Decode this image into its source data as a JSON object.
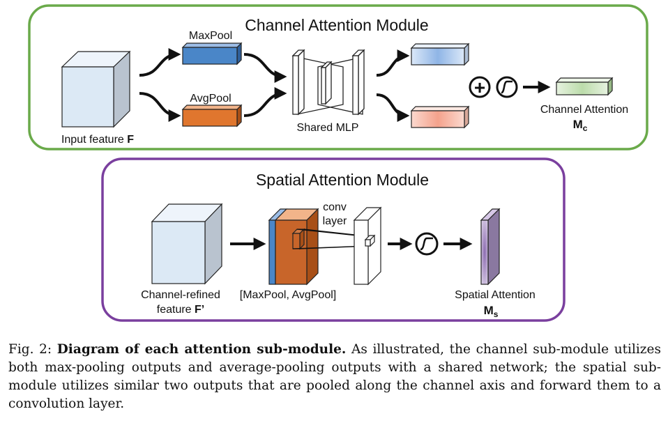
{
  "channel_module": {
    "title": "Channel Attention Module",
    "input_label_prefix": "Input feature ",
    "input_label_bold": "F",
    "maxpool_label": "MaxPool",
    "avgpool_label": "AvgPool",
    "mlp_label": "Shared MLP",
    "plus_symbol": "+",
    "output_label": "Channel Attention",
    "output_symbol": "M",
    "output_subscript": "c",
    "border_color": "#6aaa4a"
  },
  "spatial_module": {
    "title": "Spatial Attention Module",
    "input_label_line1": "Channel-refined",
    "input_label_line2_prefix": "feature ",
    "input_label_line2_bold": "F’",
    "pool_label": "[MaxPool, AvgPool]",
    "conv_label_line1": "conv",
    "conv_label_line2": "layer",
    "output_label": "Spatial Attention",
    "output_symbol": "M",
    "output_subscript": "s",
    "border_color": "#7a3f9e"
  },
  "caption": {
    "fig_label": "Fig. 2: ",
    "bold_text": "Diagram of each attention sub-module.",
    "body_text": " As illustrated, the channel sub-module utilizes both max-pooling outputs and average-pooling outputs with a shared network; the spatial sub-module utilizes similar two outputs that are pooled along the channel axis and forward them to a convolution layer."
  },
  "colors": {
    "cube_face": "#dce9f5",
    "cube_side": "#b9c3cf",
    "maxpool_blue": "#4a86c8",
    "avgpool_orange": "#e0762e",
    "output_green": "#c9e2bc",
    "spatial_purple": "#b69fc8"
  }
}
